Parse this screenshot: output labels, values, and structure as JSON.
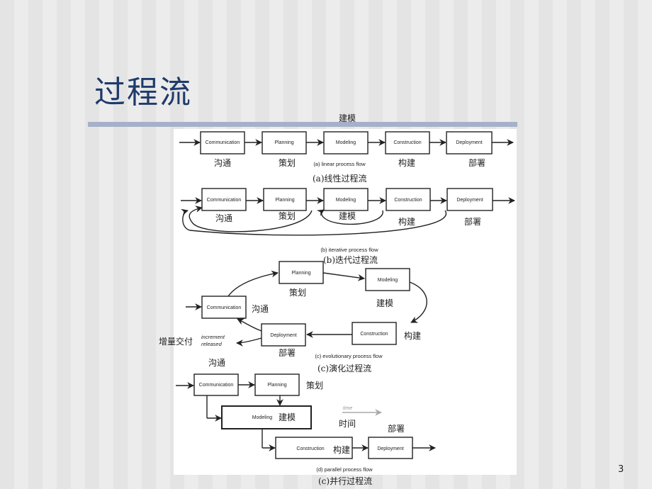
{
  "slide": {
    "title": "过程流",
    "page_number": "3"
  },
  "linear": {
    "box_labels": [
      "Communication",
      "Planning",
      "Modeling",
      "Construction",
      "Deployment"
    ],
    "cn_labels": [
      "沟通",
      "策划",
      "建模",
      "构建",
      "部署"
    ],
    "caption_en": "(a) linear process flow",
    "caption_cn": "(a)线性过程流"
  },
  "iterative": {
    "box_labels": [
      "Communication",
      "Planning",
      "Modeling",
      "Construction",
      "Deployment"
    ],
    "cn_labels": [
      "沟通",
      "策划",
      "建模",
      "构建",
      "部署"
    ],
    "caption_en": "(b) iterative process flow",
    "caption_cn": "(b)迭代过程流"
  },
  "evolutionary": {
    "box_labels": [
      "Planning",
      "Modeling",
      "Communication",
      "Construction",
      "Deployment"
    ],
    "cn_labels": [
      "策划",
      "建模",
      "沟通",
      "构建",
      "部署"
    ],
    "increment_line1": "increment",
    "increment_line2": "released",
    "increment_cn": "增量交付",
    "caption_en": "(c) evolutionary process flow",
    "caption_cn": "(c)演化过程流"
  },
  "parallel": {
    "box_labels": [
      "Communication",
      "Planning",
      "Modeling",
      "Construction",
      "Deployment"
    ],
    "cn_labels": [
      "沟通",
      "策划",
      "建模",
      "构建",
      "部署"
    ],
    "time_en": "time",
    "time_cn": "时间",
    "caption_en": "(d) parallel process flow",
    "caption_cn": "(c)并行过程流"
  }
}
